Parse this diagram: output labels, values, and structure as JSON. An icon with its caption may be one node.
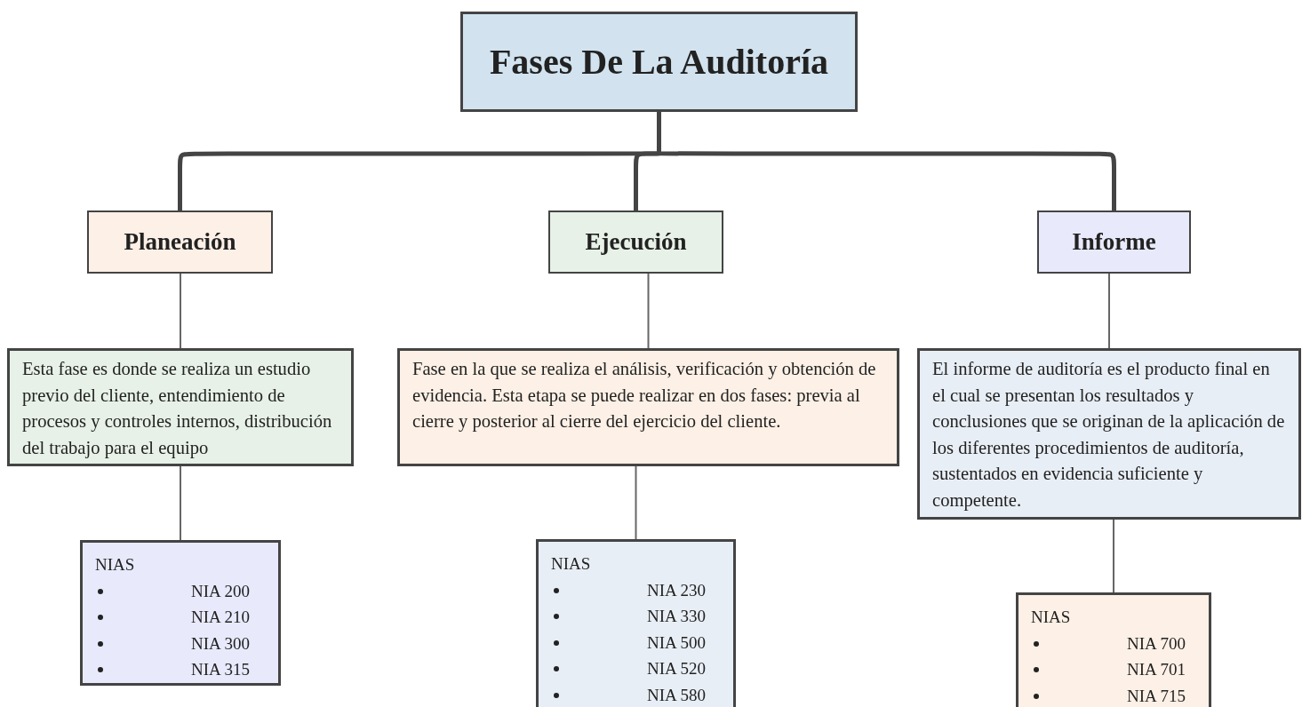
{
  "diagram": {
    "nodes": [
      {
        "text": [
          "Fases De La Auditoría"
        ]
      },
      {
        "text": [
          "Planeación"
        ]
      },
      {
        "text": [
          "Ejecución"
        ]
      },
      {
        "text": [
          "Informe"
        ]
      },
      {
        "text": [
          "Esta fase es donde se realiza un estudio previo del cliente, entendimiento de procesos y controles internos, distribución del trabajo para el equipo"
        ]
      },
      {
        "text": [
          "Fase en la que se realiza el análisis, verificación y obtención de evidencia. Esta etapa se puede realizar en dos fases: previa al cierre y posterior al cierre del ejercicio del cliente."
        ]
      },
      {
        "text": [
          "El informe de auditoría es el producto final en el cual se presentan los resultados y conclusiones que se originan de la aplicación de los diferentes procedimientos de auditoría, sustentados en evidencia suficiente y competente."
        ]
      },
      {
        "text": [
          "NIAS",
          "NIA 200",
          "NIA 210",
          "NIA 300",
          "NIA 315"
        ]
      },
      {
        "text": [
          "NIAS",
          "NIA 230",
          "NIA 330",
          "NIA 500",
          "NIA 520",
          "NIA 580"
        ]
      },
      {
        "text": [
          "NIAS",
          "NIA 700",
          "NIA 701",
          "NIA 715"
        ]
      }
    ],
    "edges": [
      {
        "from": 0,
        "to": 1,
        "arrow": "none",
        "style": "thick"
      },
      {
        "from": 0,
        "to": 2,
        "arrow": "none",
        "style": "thick"
      },
      {
        "from": 0,
        "to": 3,
        "arrow": "none",
        "style": "thick"
      },
      {
        "from": 1,
        "to": 4,
        "arrow": "none"
      },
      {
        "from": 2,
        "to": 5,
        "arrow": "none"
      },
      {
        "from": 3,
        "to": 6,
        "arrow": "none"
      },
      {
        "from": 4,
        "to": 7,
        "arrow": "none"
      },
      {
        "from": 5,
        "to": 8,
        "arrow": "none"
      },
      {
        "from": 6,
        "to": 9,
        "arrow": "none"
      }
    ]
  }
}
